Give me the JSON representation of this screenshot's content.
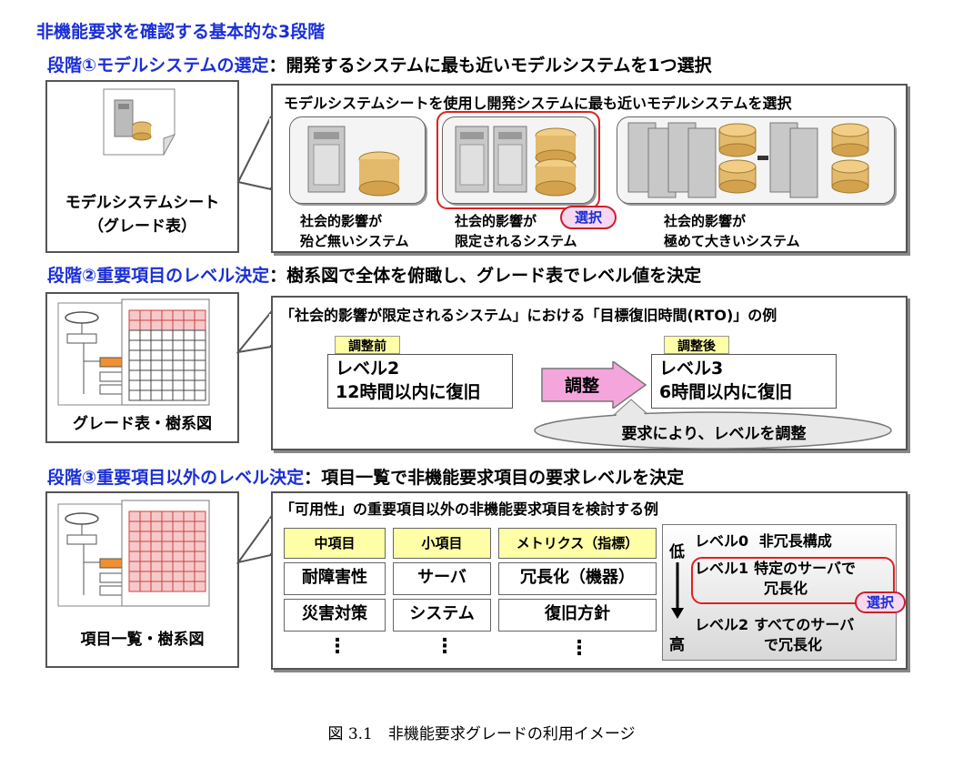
{
  "title": "非機能要求を確認する基本的な3段階",
  "step1": {
    "heading_blue": "段階①モデルシステムの選定",
    "heading_black": "：開発するシステムに最も近いモデルシステムを1つ選択",
    "left_label_line1": "モデルシステムシート",
    "left_label_line2": "（グレード表）",
    "panel_title": "モデルシステムシートを使用し開発システムに最も近いモデルシステムを選択",
    "models": [
      {
        "line1": "社会的影響が",
        "line2": "殆ど無いシステム"
      },
      {
        "line1": "社会的影響が",
        "line2": "限定されるシステム"
      },
      {
        "line1": "社会的影響が",
        "line2": "極めて大きいシステム"
      }
    ],
    "select_badge": "選択"
  },
  "step2": {
    "heading_blue": "段階②重要項目のレベル決定",
    "heading_black": "：樹系図で全体を俯瞰し、グレード表でレベル値を決定",
    "left_label": "グレード表・樹系図",
    "panel_title": "「社会的影響が限定されるシステム」における「目標復旧時間(RTO)」の例",
    "before_label": "調整前",
    "before_line1": "レベル2",
    "before_line2": "12時間以内に復旧",
    "arrow_label": "調整",
    "after_label": "調整後",
    "after_line1": "レベル3",
    "after_line2": "6時間以内に復旧",
    "bubble": "要求により、レベルを調整"
  },
  "step3": {
    "heading_blue": "段階③重要項目以外のレベル決定",
    "heading_black": "：項目一覧で非機能要求項目の要求レベルを決定",
    "left_label": "項目一覧・樹系図",
    "panel_title": "「可用性」の重要項目以外の非機能要求項目を検討する例",
    "headers": [
      "中項目",
      "小項目",
      "メトリクス（指標）"
    ],
    "rows": [
      [
        "耐障害性",
        "サーバ",
        "冗長化（機器）"
      ],
      [
        "災害対策",
        "システム",
        "復旧方針"
      ]
    ],
    "dots": "⋮",
    "low": "低",
    "high": "高",
    "levels": [
      {
        "level": "レベル0",
        "desc1": "非冗長構成",
        "desc2": ""
      },
      {
        "level": "レベル1",
        "desc1": "特定のサーバで",
        "desc2": "冗長化"
      },
      {
        "level": "レベル2",
        "desc1": "すべてのサーバ",
        "desc2": "で冗長化"
      }
    ],
    "select_badge": "選択"
  },
  "caption": "図 3.1　非機能要求グレードの利用イメージ",
  "colors": {
    "blue": "#1b2fd6",
    "select_red": "#e02020",
    "yellow": "#ffffa8",
    "pink": "#f4a6dc",
    "grid_red": "#d04040"
  }
}
